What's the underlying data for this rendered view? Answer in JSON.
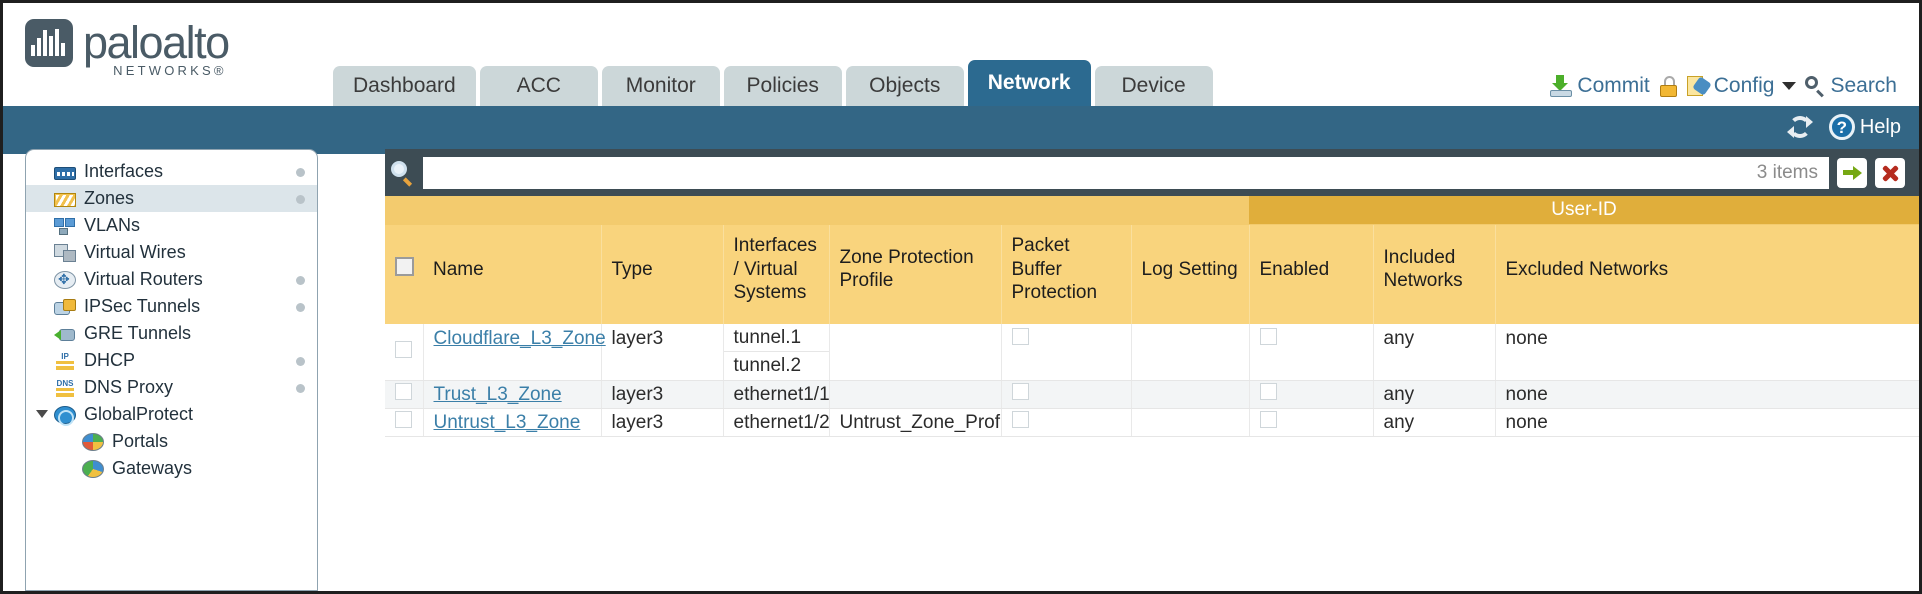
{
  "brand": {
    "name": "paloalto",
    "sub": "NETWORKS®"
  },
  "tabs": [
    {
      "label": "Dashboard",
      "active": false
    },
    {
      "label": "ACC",
      "active": false
    },
    {
      "label": "Monitor",
      "active": false
    },
    {
      "label": "Policies",
      "active": false
    },
    {
      "label": "Objects",
      "active": false
    },
    {
      "label": "Network",
      "active": true
    },
    {
      "label": "Device",
      "active": false
    }
  ],
  "header_actions": {
    "commit": "Commit",
    "config": "Config",
    "search": "Search"
  },
  "band": {
    "help": "Help"
  },
  "sidebar": {
    "items": [
      {
        "label": "Interfaces",
        "icon": "interfaces-icon",
        "dot": true,
        "selected": false,
        "child": false,
        "caret": false
      },
      {
        "label": "Zones",
        "icon": "zones-icon",
        "dot": true,
        "selected": true,
        "child": false,
        "caret": false
      },
      {
        "label": "VLANs",
        "icon": "vlans-icon",
        "dot": false,
        "selected": false,
        "child": false,
        "caret": false
      },
      {
        "label": "Virtual Wires",
        "icon": "virtual-wires-icon",
        "dot": false,
        "selected": false,
        "child": false,
        "caret": false
      },
      {
        "label": "Virtual Routers",
        "icon": "virtual-routers-icon",
        "dot": true,
        "selected": false,
        "child": false,
        "caret": false
      },
      {
        "label": "IPSec Tunnels",
        "icon": "ipsec-tunnels-icon",
        "dot": true,
        "selected": false,
        "child": false,
        "caret": false
      },
      {
        "label": "GRE Tunnels",
        "icon": "gre-tunnels-icon",
        "dot": false,
        "selected": false,
        "child": false,
        "caret": false
      },
      {
        "label": "DHCP",
        "icon": "dhcp-icon",
        "dot": true,
        "selected": false,
        "child": false,
        "caret": false
      },
      {
        "label": "DNS Proxy",
        "icon": "dns-proxy-icon",
        "dot": true,
        "selected": false,
        "child": false,
        "caret": false
      },
      {
        "label": "GlobalProtect",
        "icon": "globalprotect-icon",
        "dot": false,
        "selected": false,
        "child": false,
        "caret": true
      },
      {
        "label": "Portals",
        "icon": "portals-icon",
        "dot": false,
        "selected": false,
        "child": true,
        "caret": false
      },
      {
        "label": "Gateways",
        "icon": "gateways-icon",
        "dot": false,
        "selected": false,
        "child": true,
        "caret": false
      }
    ]
  },
  "search": {
    "value": "",
    "placeholder": "",
    "item_count": "3 items"
  },
  "table": {
    "group_header": "User-ID",
    "columns": [
      "Name",
      "Type",
      "Interfaces / Virtual Systems",
      "Zone Protection Profile",
      "Packet Buffer Protection",
      "Log Setting",
      "Enabled",
      "Included Networks",
      "Excluded Networks"
    ],
    "rows": [
      {
        "selected": false,
        "name": "Cloudflare_L3_Zone",
        "type": "layer3",
        "interfaces": [
          "tunnel.1",
          "tunnel.2"
        ],
        "zone_protection_profile": "",
        "packet_buffer_protection": false,
        "log_setting": "",
        "userid_enabled": false,
        "included_networks": "any",
        "excluded_networks": "none"
      },
      {
        "selected": false,
        "name": "Trust_L3_Zone",
        "type": "layer3",
        "interfaces": [
          "ethernet1/1"
        ],
        "zone_protection_profile": "",
        "packet_buffer_protection": false,
        "log_setting": "",
        "userid_enabled": false,
        "included_networks": "any",
        "excluded_networks": "none"
      },
      {
        "selected": false,
        "name": "Untrust_L3_Zone",
        "type": "layer3",
        "interfaces": [
          "ethernet1/2"
        ],
        "zone_protection_profile": "Untrust_Zone_Prof",
        "packet_buffer_protection": false,
        "log_setting": "",
        "userid_enabled": false,
        "included_networks": "any",
        "excluded_networks": "none"
      }
    ]
  },
  "colors": {
    "band_blue": "#336685",
    "active_tab": "#2c6a90",
    "table_header": "#f9d47d",
    "group_header": "#e0ae3b",
    "link": "#3b7fa8",
    "panel_dark": "#3d4c54"
  }
}
